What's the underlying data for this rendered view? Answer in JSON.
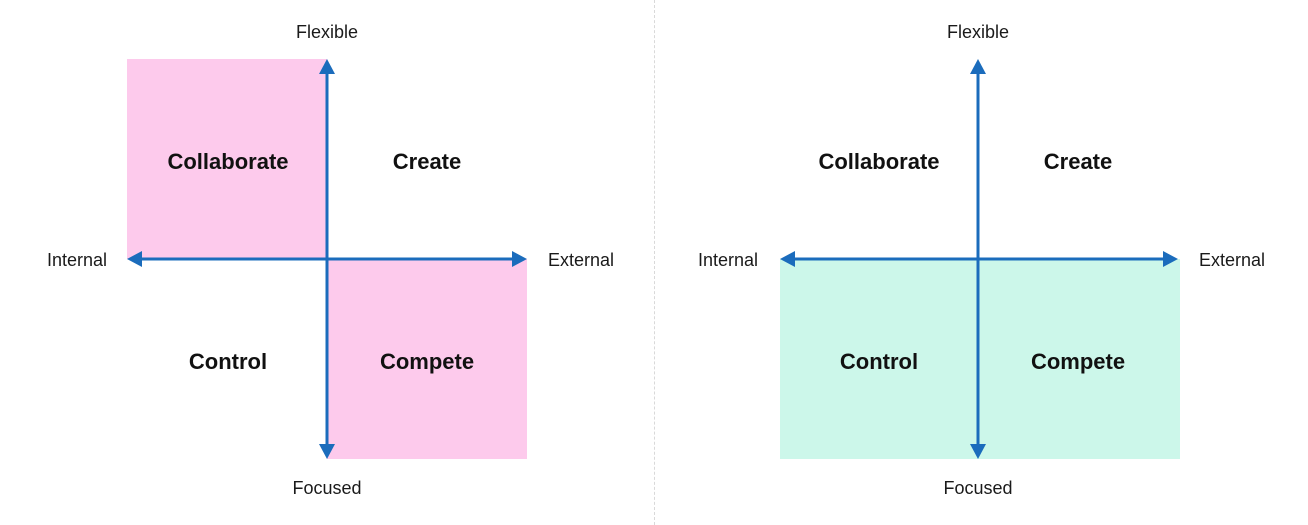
{
  "colors": {
    "axis": "#1b6cbc",
    "highlight_pink": "#fdcaec",
    "highlight_mint": "#ccf7ea"
  },
  "diagrams": [
    {
      "labels": {
        "top": "Flexible",
        "bottom": "Focused",
        "left": "Internal",
        "right": "External"
      },
      "quadrants": {
        "top_left": "Collaborate",
        "top_right": "Create",
        "bottom_left": "Control",
        "bottom_right": "Compete"
      },
      "highlighted": [
        "top_left",
        "bottom_right"
      ],
      "highlight_color": "#fdcaec"
    },
    {
      "labels": {
        "top": "Flexible",
        "bottom": "Focused",
        "left": "Internal",
        "right": "External"
      },
      "quadrants": {
        "top_left": "Collaborate",
        "top_right": "Create",
        "bottom_left": "Control",
        "bottom_right": "Compete"
      },
      "highlighted": [
        "bottom_left",
        "bottom_right"
      ],
      "highlight_color": "#ccf7ea"
    }
  ]
}
